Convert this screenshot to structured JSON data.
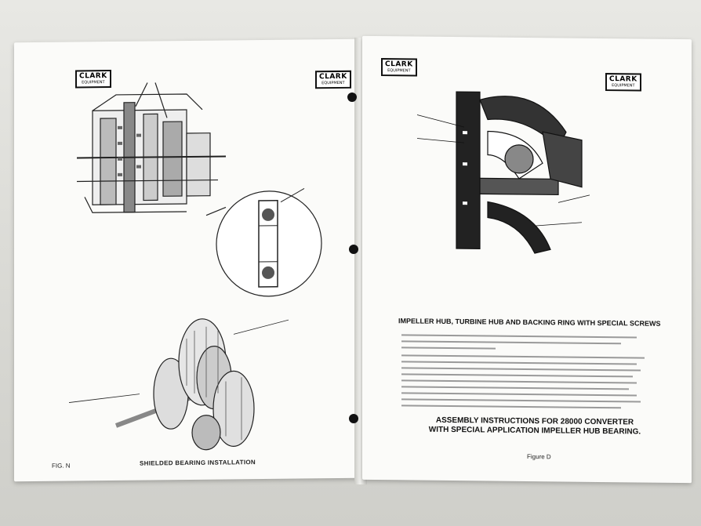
{
  "left_page": {
    "logo_name": "CLARK",
    "logo_sub": "EQUIPMENT",
    "page_number": "FIG. N",
    "caption": "SHIELDED BEARING INSTALLATION"
  },
  "right_page": {
    "logo_name": "CLARK",
    "logo_sub": "EQUIPMENT",
    "heading": "IMPELLER HUB, TURBINE HUB AND BACKING RING WITH SPECIAL SCREWS",
    "assembly_line1": "ASSEMBLY INSTRUCTIONS FOR 28000 CONVERTER",
    "assembly_line2": "WITH SPECIAL APPLICATION IMPELLER HUB BEARING.",
    "figure_label": "Figure D"
  },
  "colors": {
    "paper": "#fbfbf9",
    "ink": "#111111",
    "background": "#dcdcd8"
  }
}
